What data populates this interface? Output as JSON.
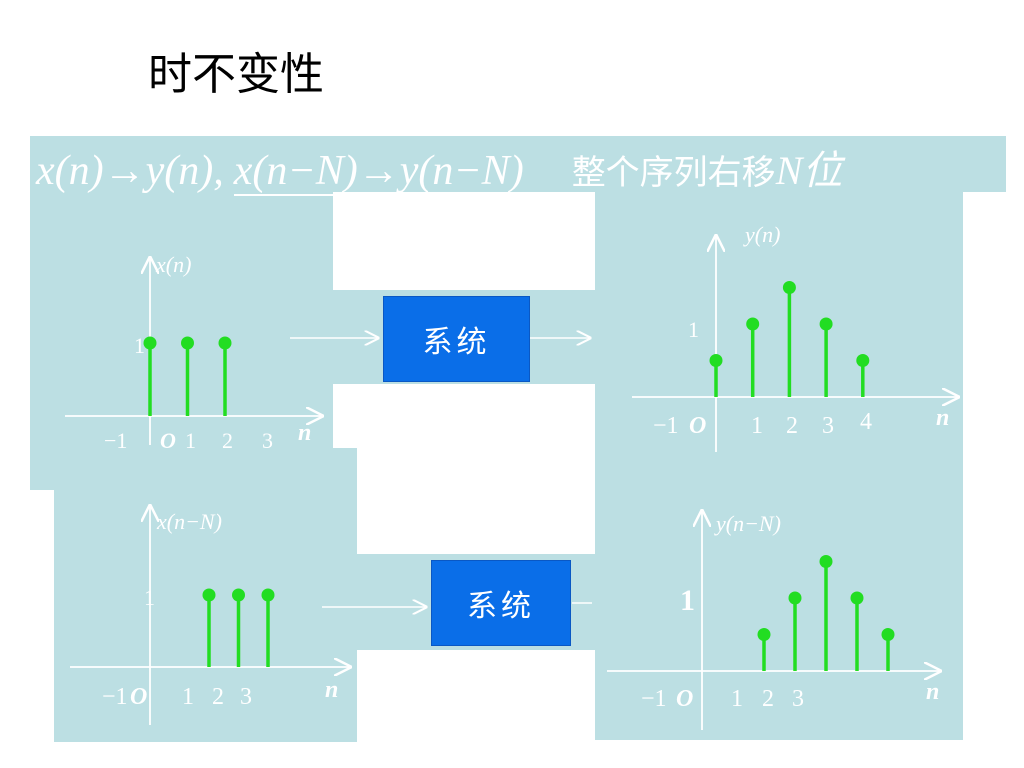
{
  "title": "时不变性",
  "header": {
    "formula_left": "x(n)→y(n),",
    "formula_right": "x(n−N)→y(n−N)",
    "description": "整个序列右移",
    "description_var": "N位"
  },
  "system_label": "系统",
  "colors": {
    "panel": "#bcdfe3",
    "stem": "#22dd22",
    "system_box": "#0a6ee8",
    "axis": "#ffffff"
  },
  "chart_data": [
    {
      "type": "stem",
      "ylabel": "x(n)",
      "xlabel": "n",
      "ytick": "1",
      "tick_labels": [
        "−1",
        "O",
        "1",
        "2",
        "3"
      ],
      "x": [
        0,
        1,
        2
      ],
      "y": [
        1,
        1,
        1
      ]
    },
    {
      "type": "stem",
      "ylabel": "y(n)",
      "xlabel": "n",
      "ytick": "1",
      "tick_labels": [
        "−1",
        "O",
        "1",
        "2",
        "3",
        "4"
      ],
      "x": [
        0,
        1,
        2,
        3,
        4
      ],
      "y": [
        0.5,
        1,
        1.5,
        1,
        0.5
      ]
    },
    {
      "type": "stem",
      "ylabel": "x(n−N)",
      "xlabel": "n",
      "ytick": "1",
      "tick_labels": [
        "−1",
        "O",
        "1",
        "2",
        "3"
      ],
      "x": [
        2,
        3,
        4
      ],
      "y": [
        1,
        1,
        1
      ]
    },
    {
      "type": "stem",
      "ylabel": "y(n−N)",
      "xlabel": "n",
      "ytick": "1",
      "tick_labels": [
        "−1",
        "O",
        "1",
        "2",
        "3"
      ],
      "x": [
        2,
        3,
        4,
        5,
        6
      ],
      "y": [
        0.5,
        1,
        1.5,
        1,
        0.5
      ]
    }
  ]
}
